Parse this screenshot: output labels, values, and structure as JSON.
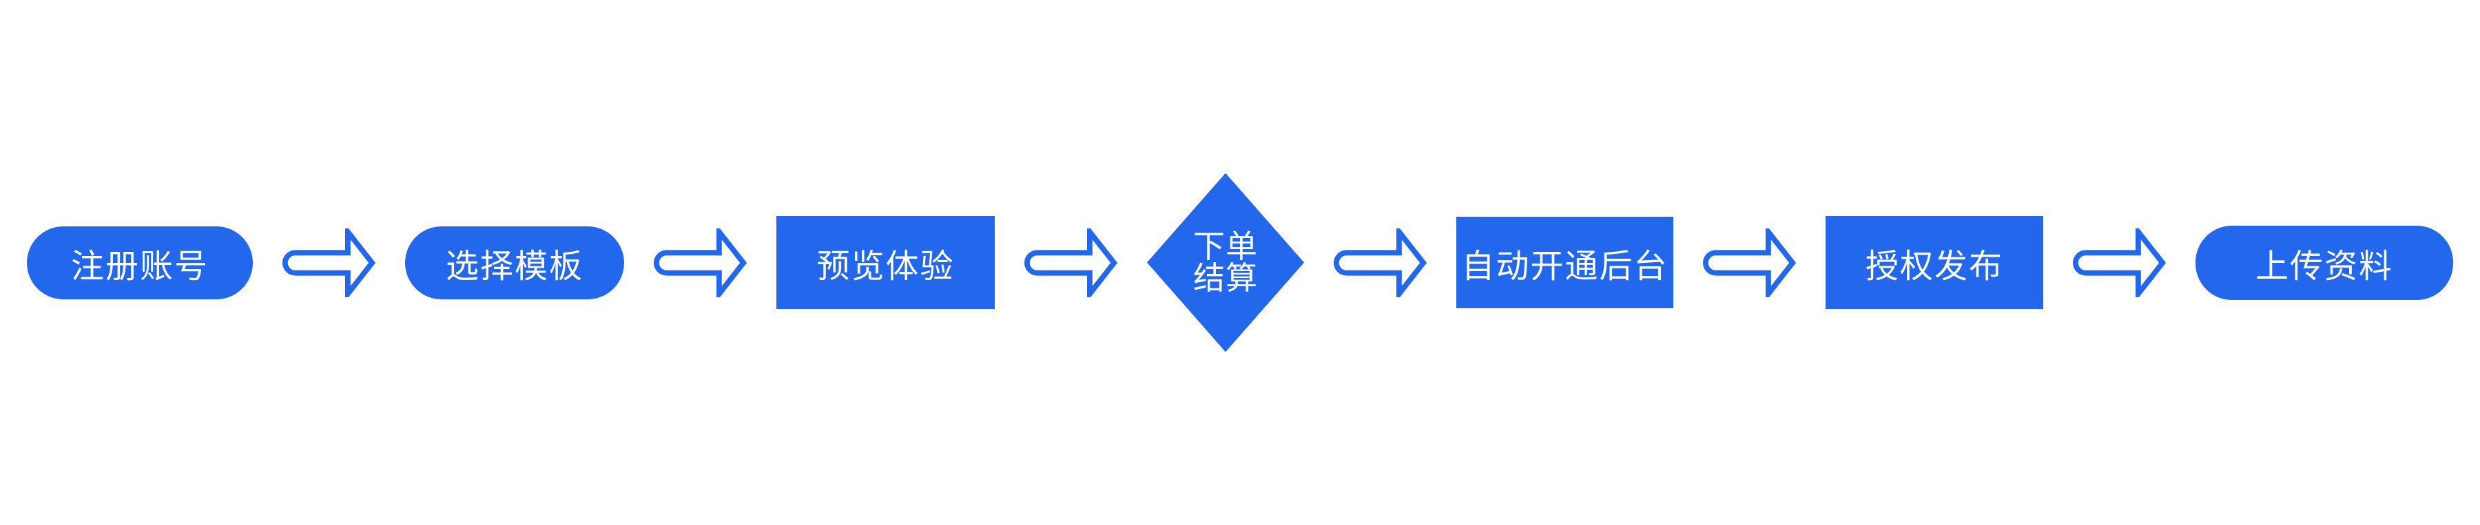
{
  "flow": {
    "background_color": "#ffffff",
    "accent_color": "#2367EC",
    "text_color": "#ffffff",
    "connector": "outlined-right-arrow",
    "steps": [
      {
        "id": "register",
        "shape": "pill",
        "label": "注册账号"
      },
      {
        "id": "choose-template",
        "shape": "pill",
        "label": "选择模板"
      },
      {
        "id": "preview",
        "shape": "rect",
        "label": "预览体验"
      },
      {
        "id": "order-checkout",
        "shape": "diamond",
        "label_line1": "下单",
        "label_line2": "结算"
      },
      {
        "id": "auto-open-backend",
        "shape": "rect",
        "label": "自动开通后台"
      },
      {
        "id": "authorize-publish",
        "shape": "rect",
        "label": "授权发布"
      },
      {
        "id": "upload-materials",
        "shape": "pill",
        "label": "上传资料"
      }
    ]
  }
}
